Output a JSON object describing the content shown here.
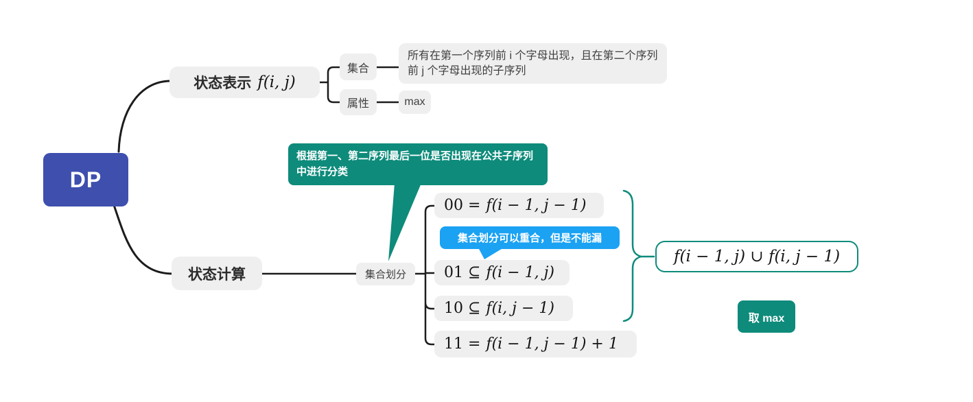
{
  "colors": {
    "accent_teal": "#0E8B7B",
    "accent_blue": "#1BA2F3",
    "root_bg": "#3E4FAE",
    "topic_bg": "#EFEFEF",
    "connector": "#1C1C1C"
  },
  "root": {
    "label": "DP"
  },
  "repr": {
    "label": "状态表示",
    "formula": "f(i, j)",
    "set": {
      "label": "集合",
      "desc": "所有在第一个序列前 i 个字母出现，且在第二个序列前 j 个字母出现的子序列"
    },
    "attr": {
      "label": "属性",
      "value": "max"
    }
  },
  "calc": {
    "label": "状态计算",
    "partition_label": "集合划分",
    "cases": [
      {
        "label": "00 =",
        "formula": "f(i − 1, j − 1)"
      },
      {
        "label": "01 ⊆",
        "formula": "f(i − 1, j)"
      },
      {
        "label": "10 ⊆",
        "formula": "f(i, j − 1)"
      },
      {
        "label": "11 =",
        "formula": "f(i − 1, j − 1) + 1"
      }
    ],
    "union_formula": "f(i − 1, j) ∪ f(i, j − 1)",
    "take_max_label": "取 max"
  },
  "callouts": {
    "classification": "根据第一、第二序列最后一位是否出现在公共子序列中进行分类",
    "overlap": "集合划分可以重合，但是不能漏"
  }
}
